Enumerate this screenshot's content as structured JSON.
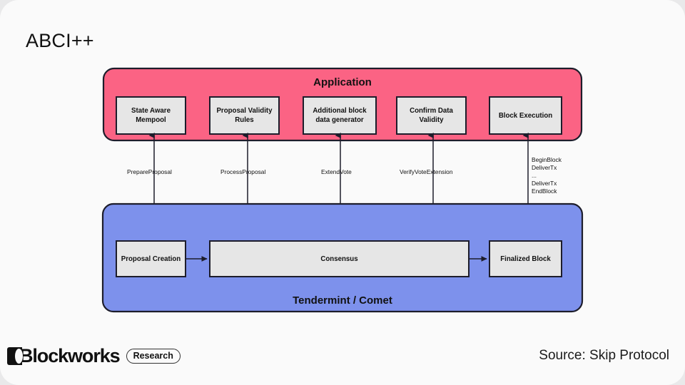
{
  "page": {
    "title": "ABCI++",
    "background_color": "#fafafa",
    "outer_background_color": "#e9e9ea"
  },
  "colors": {
    "application_panel": "#fb6384",
    "consensus_panel": "#7d91ec",
    "node_fill": "#e6e6e6",
    "stroke": "#1d1d2b"
  },
  "application_panel": {
    "title": "Application",
    "boxes": [
      {
        "label_line1": "State Aware",
        "label_line2": "Mempool"
      },
      {
        "label_line1": "Proposal Validity",
        "label_line2": "Rules"
      },
      {
        "label_line1": "Additional block",
        "label_line2": "data generator"
      },
      {
        "label_line1": "Confirm Data",
        "label_line2": "Validity"
      },
      {
        "label_line1": "Block Execution",
        "label_line2": ""
      }
    ]
  },
  "consensus_panel": {
    "title": "Tendermint / Comet",
    "boxes": [
      {
        "label": "Proposal Creation"
      },
      {
        "label": "Consensus"
      },
      {
        "label": "Finalized Block"
      }
    ]
  },
  "edges": [
    {
      "label": "PrepareProposal",
      "lines": [
        "PrepareProposal"
      ]
    },
    {
      "label": "ProcessProposal",
      "lines": [
        "ProcessProposal"
      ]
    },
    {
      "label": "ExtendVote",
      "lines": [
        "ExtendVote"
      ]
    },
    {
      "label": "VerifyVoteExtension",
      "lines": [
        "VerifyVoteExtension"
      ]
    },
    {
      "label": "BeginBlock DeliverTx ... DeliverTx EndBlock",
      "lines": [
        "BeginBlock",
        "DeliverTx",
        "...",
        "DeliverTx",
        "EndBlock"
      ]
    }
  ],
  "footer": {
    "logo_word": "Blockworks",
    "logo_badge": "Research",
    "source": "Source: Skip Protocol"
  }
}
